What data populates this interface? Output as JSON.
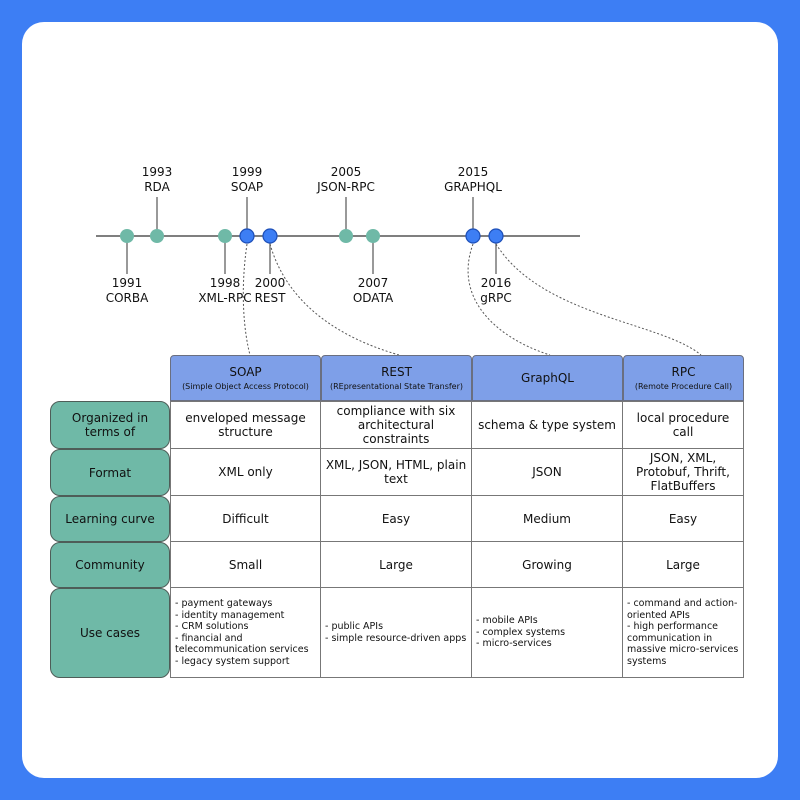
{
  "timeline": [
    {
      "year": "1991",
      "name": "CORBA",
      "side": "below",
      "highlight": false
    },
    {
      "year": "1993",
      "name": "RDA",
      "side": "above",
      "highlight": false
    },
    {
      "year": "1998",
      "name": "XML-RPC",
      "side": "below",
      "highlight": false
    },
    {
      "year": "1999",
      "name": "SOAP",
      "side": "above",
      "highlight": true
    },
    {
      "year": "2000",
      "name": "REST",
      "side": "below",
      "highlight": true
    },
    {
      "year": "2005",
      "name": "JSON-RPC",
      "side": "above",
      "highlight": false
    },
    {
      "year": "2007",
      "name": "ODATA",
      "side": "below",
      "highlight": false
    },
    {
      "year": "2015",
      "name": "GRAPHQL",
      "side": "above",
      "highlight": true
    },
    {
      "year": "2016",
      "name": "gRPC",
      "side": "below",
      "highlight": true
    }
  ],
  "columns": [
    {
      "title": "SOAP",
      "subtitle": "(Simple Object Access Protocol)"
    },
    {
      "title": "REST",
      "subtitle": "(REpresentational State Transfer)"
    },
    {
      "title": "GraphQL",
      "subtitle": ""
    },
    {
      "title": "RPC",
      "subtitle": "(Remote Procedure Call)"
    }
  ],
  "rows": [
    {
      "label": "Organized in terms of",
      "cells": [
        "enveloped message structure",
        "compliance with six architectural constraints",
        "schema & type system",
        "local procedure call"
      ]
    },
    {
      "label": "Format",
      "cells": [
        "XML only",
        "XML, JSON, HTML, plain text",
        "JSON",
        "JSON, XML, Protobuf, Thrift, FlatBuffers"
      ]
    },
    {
      "label": "Learning curve",
      "cells": [
        "Difficult",
        "Easy",
        "Medium",
        "Easy"
      ]
    },
    {
      "label": "Community",
      "cells": [
        "Small",
        "Large",
        "Growing",
        "Large"
      ]
    }
  ],
  "use_cases": {
    "label": "Use cases",
    "columns": [
      [
        "payment gateways",
        "identity management",
        "CRM solutions",
        "financial and telecommunication services",
        "legacy system support"
      ],
      [
        "public APIs",
        "simple resource-driven apps"
      ],
      [
        "mobile APIs",
        "complex systems",
        "micro-services"
      ],
      [
        "command and action-oriented APIs",
        "high performance communication in massive micro-services systems"
      ]
    ]
  },
  "colors": {
    "frame": "#3d7ef4",
    "dot_plain": "#6fb9a7",
    "dot_highlight": "#3d7ef4",
    "header_fill": "#7e9fe8",
    "rowhead_fill": "#6fb9a7"
  }
}
